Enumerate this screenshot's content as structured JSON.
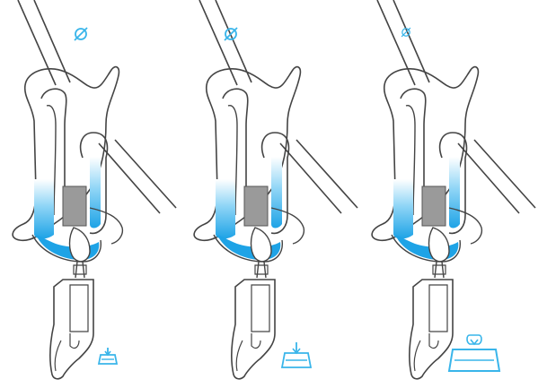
{
  "colors": {
    "line": "#444444",
    "accent": "#1ea3e6",
    "accent_light": "#8fd5f6",
    "stroke_accent": "#39b5ea",
    "insert": "#9a9a9a",
    "background": "#ffffff"
  },
  "panels": [
    {
      "id": "panel-1",
      "icon": "diameter-icon",
      "load_icon": "small-load-weight-icon",
      "load_level": 1
    },
    {
      "id": "panel-2",
      "icon": "diameter-icon",
      "load_icon": "medium-load-weight-icon",
      "load_level": 2
    },
    {
      "id": "panel-3",
      "icon": "diameter-icon",
      "load_icon": "large-load-weight-icon",
      "load_level": 3
    }
  ]
}
